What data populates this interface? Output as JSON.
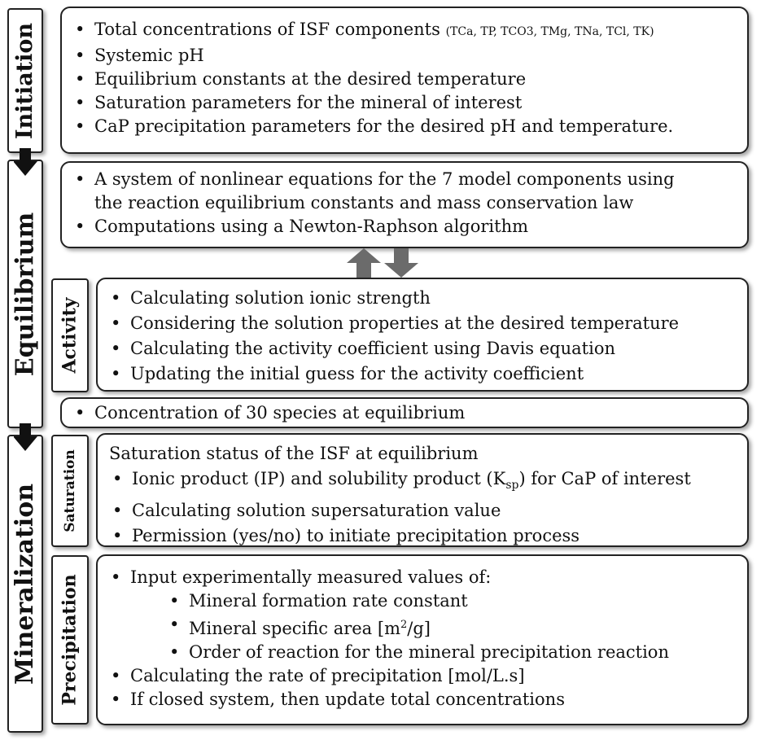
{
  "initiation": {
    "label": "Initiation",
    "items": [
      "Total concentrations of ISF components",
      "Systemic pH",
      "Equilibrium constants at the desired temperature",
      "Saturation parameters for the mineral of interest",
      "CaP precipitation parameters for the desired pH and temperature."
    ],
    "components_note": "(TCa, TP, TCO3, TMg, TNa, TCl, TK)"
  },
  "equilibrium": {
    "label": "Equilibrium",
    "items": [
      "A system of nonlinear equations for the 7 model components using",
      "the reaction equilibrium constants and mass conservation law",
      "Computations using a Newton-Raphson algorithm"
    ],
    "activity": {
      "label": "Activity",
      "items": [
        "Calculating solution ionic strength",
        "Considering the solution properties at the desired temperature",
        "Calculating the activity coefficient using Davis equation",
        "Updating the initial guess for the activity coefficient"
      ]
    },
    "result": "Concentration of 30 species at equilibrium"
  },
  "mineralization": {
    "label": "Mineralization",
    "saturation": {
      "label": "Saturation",
      "heading": "Saturation status of the ISF at equilibrium",
      "item1_pre": "Ionic product (IP) and solubility product (K",
      "item1_sub": "sp",
      "item1_post": ") for CaP of interest",
      "items": [
        "Calculating solution supersaturation value",
        "Permission (yes/no) to initiate precipitation process"
      ]
    },
    "precipitation": {
      "label": "Precipitation",
      "intro": "Input experimentally measured values of:",
      "sub1": "Mineral formation rate constant",
      "sub2_pre": "Mineral specific area [m",
      "sub2_sup": "2",
      "sub2_post": "/g]",
      "sub3": "Order of reaction for the mineral precipitation reaction",
      "items": [
        "Calculating the rate of precipitation [mol/L.s]",
        "If closed system, then update total concentrations"
      ]
    }
  }
}
